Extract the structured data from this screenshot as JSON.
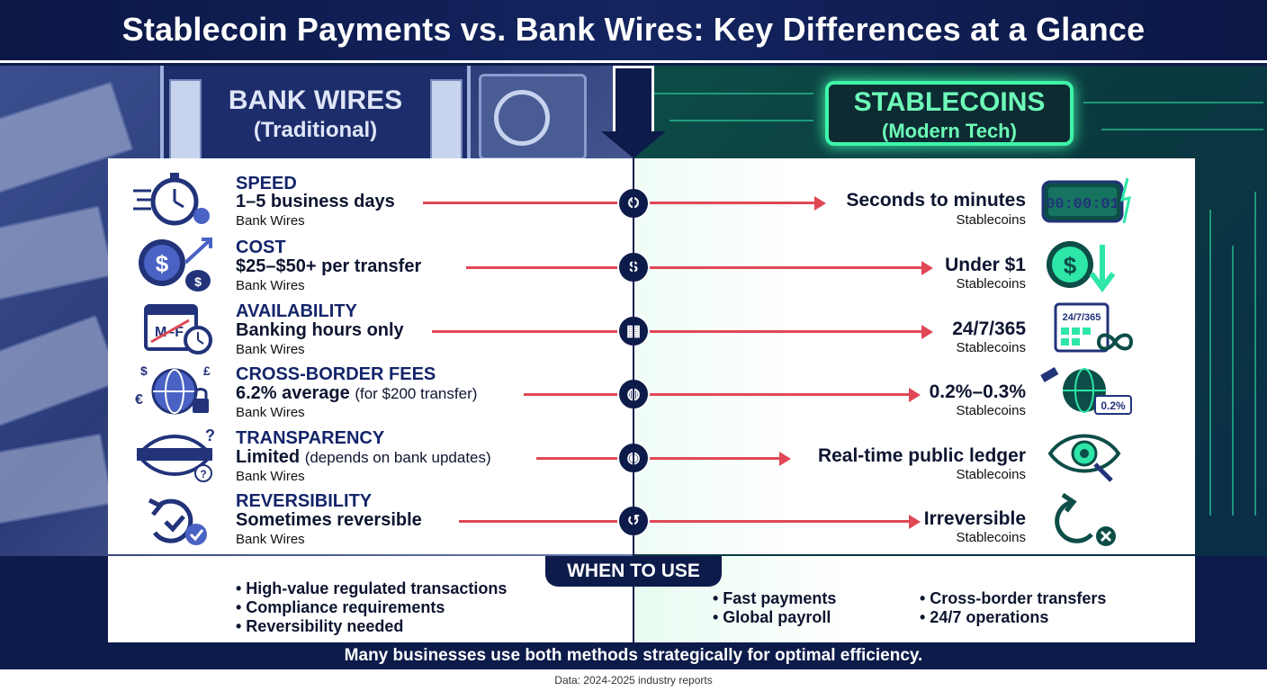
{
  "title": "Stablecoin Payments vs. Bank Wires: Key Differences at a Glance",
  "left_header": {
    "line1": "BANK WIRES",
    "line2": "(Traditional)"
  },
  "right_header": {
    "line1": "STABLECOINS",
    "line2": "(Modern Tech)"
  },
  "rows": [
    {
      "label": "SPEED",
      "bank_value": "1–5 business days",
      "bank_note": "",
      "bank_sub": "Bank Wires",
      "stable_value": "Seconds to minutes",
      "stable_sub": "Stablecoins",
      "left_icon": "stopwatch-icon",
      "center_icon": "speedometer-icon",
      "right_icon": "digital-timer-icon",
      "right_icon_text": "00:00:01"
    },
    {
      "label": "COST",
      "bank_value": "$25–$50+ per transfer",
      "bank_note": "",
      "bank_sub": "Bank Wires",
      "stable_value": "Under $1",
      "stable_sub": "Stablecoins",
      "left_icon": "dollar-coin-up-icon",
      "center_icon": "coins-icon",
      "right_icon": "dollar-coin-down-icon",
      "right_icon_text": ""
    },
    {
      "label": "AVAILABILITY",
      "bank_value": "Banking hours only",
      "bank_note": "",
      "bank_sub": "Bank Wires",
      "stable_value": "24/7/365",
      "stable_sub": "Stablecoins",
      "left_icon": "calendar-clock-icon",
      "left_icon_text": "M–F",
      "center_icon": "calendar-icon",
      "right_icon": "calendar-infinity-icon",
      "right_icon_text": "24/7/365"
    },
    {
      "label": "CROSS-BORDER FEES",
      "bank_value": "6.2% average",
      "bank_note": "(for $200 transfer)",
      "bank_sub": "Bank Wires",
      "stable_value": "0.2%–0.3%",
      "stable_sub": "Stablecoins",
      "left_icon": "globe-lock-icon",
      "center_icon": "globe-icon",
      "right_icon": "globe-satellite-icon",
      "right_icon_text": "0.2%"
    },
    {
      "label": "TRANSPARENCY",
      "bank_value": "Limited",
      "bank_note": "(depends on bank updates)",
      "bank_sub": "Bank Wires",
      "stable_value": "Real-time public ledger",
      "stable_sub": "Stablecoins",
      "left_icon": "blindfold-eye-icon",
      "center_icon": "eye-icon",
      "right_icon": "eye-magnifier-icon",
      "right_icon_text": ""
    },
    {
      "label": "REVERSIBILITY",
      "bank_value": "Sometimes reversible",
      "bank_note": "",
      "bank_sub": "Bank Wires",
      "stable_value": "Irreversible",
      "stable_sub": "Stablecoins",
      "left_icon": "undo-check-icon",
      "center_icon": "undo-icon",
      "right_icon": "undo-cancel-icon",
      "right_icon_text": ""
    }
  ],
  "when_to_use": {
    "title": "WHEN TO USE",
    "bank": [
      "• High-value regulated transactions",
      "• Compliance requirements",
      "• Reversibility needed"
    ],
    "stable_col1": [
      "• Fast payments",
      "• Global payroll"
    ],
    "stable_col2": [
      "• Cross-border transfers",
      "• 24/7 operations"
    ]
  },
  "footer": "Many businesses use both methods strategically for optimal efficiency.",
  "source": "Data: 2024-2025 industry reports",
  "colors": {
    "navy": "#0d1b4a",
    "accent_green": "#3ff5a9",
    "arrow_red": "#e04855",
    "label_blue": "#14246a"
  }
}
